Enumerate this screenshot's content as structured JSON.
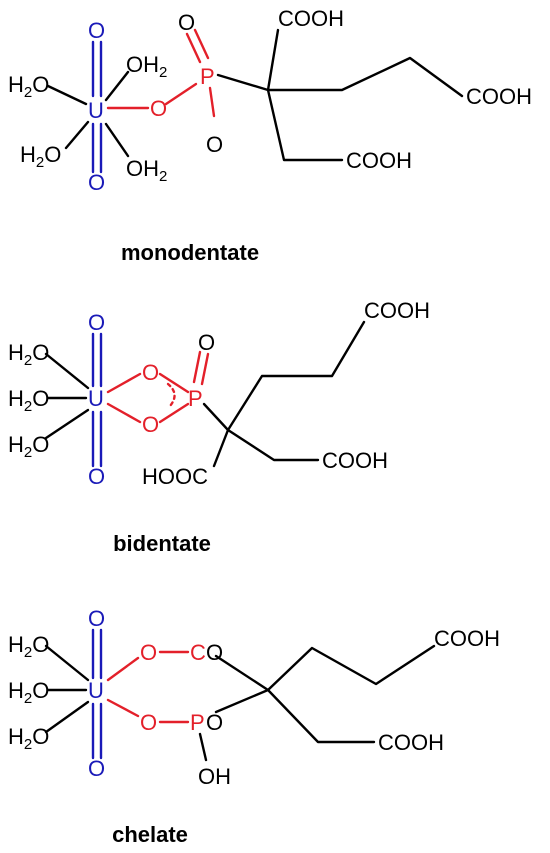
{
  "colors": {
    "carbon": "#000000",
    "ligand": "#e3202a",
    "uranium": "#1a1ab8"
  },
  "labels": {
    "U": "U",
    "O": "O",
    "P": "P",
    "C": "C",
    "H": "H",
    "two": "2",
    "COOH": "COOH",
    "HOOC": "HOOC",
    "OH": "OH"
  },
  "captions": {
    "monodentate": "monodentate",
    "bidentate": "bidentate",
    "chelate": "chelate"
  }
}
